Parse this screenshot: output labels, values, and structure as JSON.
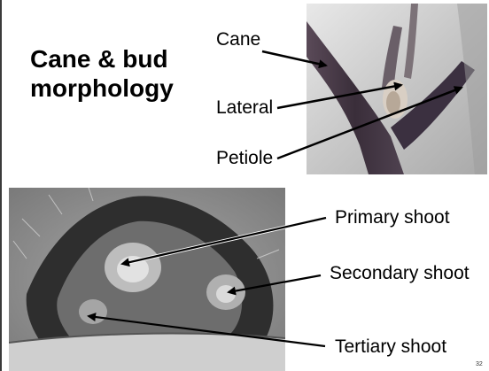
{
  "slide": {
    "title": "Cane & bud morphology",
    "labels": {
      "cane": "Cane",
      "lateral": "Lateral",
      "petiole": "Petiole",
      "primary": "Primary shoot",
      "secondary": "Secondary shoot",
      "tertiary": "Tertiary shoot"
    },
    "page_number": "32"
  }
}
